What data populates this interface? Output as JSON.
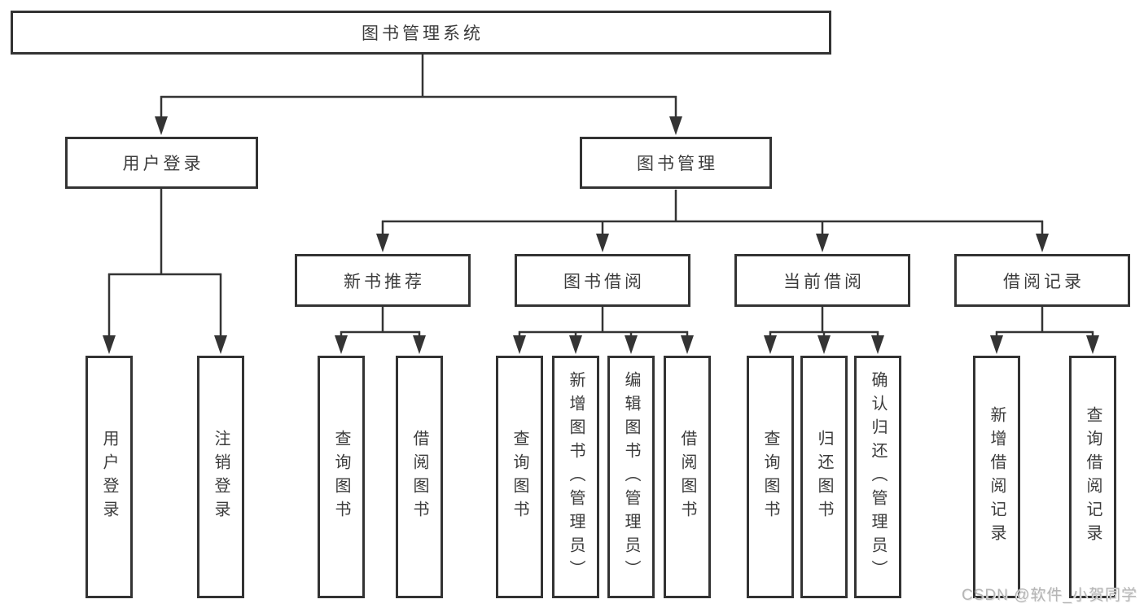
{
  "style": {
    "ink_color": "#343434",
    "box_fill": "#ffffff",
    "watermark_color": "#b5b5b5"
  },
  "diagram": {
    "root": "图书管理系统",
    "level2": {
      "user_login": "用户登录",
      "book_mgmt": "图书管理"
    },
    "level3": {
      "new_books": "新书推荐",
      "borrowing": "图书借阅",
      "current": "当前借阅",
      "records": "借阅记录"
    },
    "leaves": {
      "user_login": [
        "用户登录",
        "注销登录"
      ],
      "new_books": [
        "查询图书",
        "借阅图书"
      ],
      "borrowing": [
        "查询图书",
        "新增图书（管理员）",
        "编辑图书（管理员）",
        "借阅图书"
      ],
      "current": [
        "查询图书",
        "归还图书",
        "确认归还（管理员）"
      ],
      "records": [
        "新增借阅记录",
        "查询借阅记录"
      ]
    }
  },
  "watermark": "CSDN @软件_小贺同学"
}
